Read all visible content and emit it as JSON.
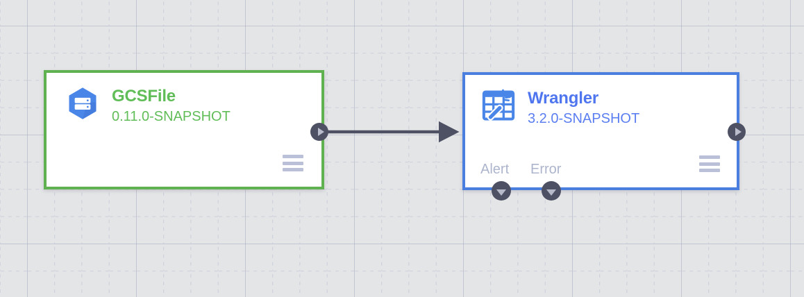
{
  "canvas": {
    "background_color": "#e4e5e7",
    "grid_line_color": "#c3c7d6",
    "grid_major_color": "#969bAF",
    "grid_minor_spacing": 39,
    "grid_major_spacing": 157
  },
  "nodes": [
    {
      "id": "gcsfile",
      "name": "GCSFile",
      "version": "0.11.0-SNAPSHOT",
      "icon": "gcs-bucket-icon",
      "accent_color": "#60b150",
      "text_color": "#61bd58",
      "menu_icon": "hamburger-menu-icon",
      "output_port": {
        "icon": "play-triangle-icon",
        "label": ""
      },
      "bottom_ports": []
    },
    {
      "id": "wrangler",
      "name": "Wrangler",
      "version": "3.2.0-SNAPSHOT",
      "icon": "wrangler-magic-wand-icon",
      "accent_color": "#4a7fe0",
      "text_color": "#5b7ef0",
      "menu_icon": "hamburger-menu-icon",
      "output_port": {
        "icon": "play-triangle-icon",
        "label": ""
      },
      "bottom_ports": [
        {
          "label": "Alert",
          "icon": "caret-down-icon"
        },
        {
          "label": "Error",
          "icon": "caret-down-icon"
        }
      ]
    }
  ],
  "connections": [
    {
      "from": "gcsfile",
      "to": "wrangler",
      "arrow_color": "#4e5163"
    }
  ]
}
